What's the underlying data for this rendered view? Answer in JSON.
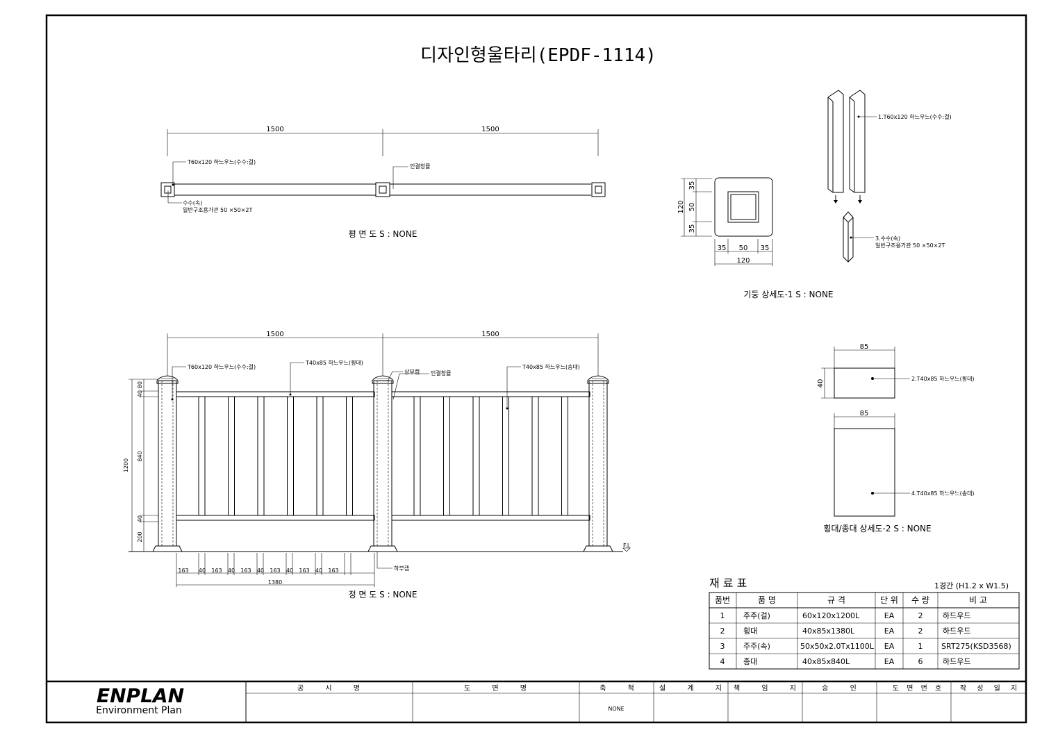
{
  "title": "디자인형울타리(EPDF-1114)",
  "plan": {
    "dim_left": "1500",
    "dim_right": "1500",
    "label_post_outer": "T60x120 하느우느(수수:걸)",
    "label_post_inner": "수수(속)",
    "label_post_inner_spec": "일반구조용가관 50 ×50×2T",
    "label_connector": "인결청뮬",
    "caption": "평 면 도 S : NONE"
  },
  "post_detail": {
    "height_dims": [
      "35",
      "50",
      "35"
    ],
    "height_total": "120",
    "width_dims": [
      "35",
      "50",
      "35"
    ],
    "width_total": "120",
    "label_outer": "1.T60x120 하느우느(수수:걸)",
    "label_inner": "3.수수(속)",
    "label_inner_spec": "일반구조용가관 50 ×50×2T",
    "caption": "기둥 상세도-1 S : NONE"
  },
  "front": {
    "dim_left": "1500",
    "dim_right": "1500",
    "label_post": "T60x120 하느우느(수수:걸)",
    "label_rail": "T40x85 하느우느(횡대)",
    "label_cap": "상부캡",
    "label_connector": "인결청뮬",
    "label_picket": "T40x85 하느우느(송대)",
    "label_bottom_cap": "하부캡",
    "label_fl": "F.L",
    "vert_total": "1200",
    "vert_dims": [
      "80",
      "40",
      "840",
      "40",
      "200"
    ],
    "bottom_dims": [
      "163",
      "40",
      "163",
      "40",
      "163",
      "40",
      "163",
      "40",
      "163",
      "40",
      "163"
    ],
    "bottom_total": "1380",
    "caption": "정 면 도 S : NONE"
  },
  "rail_detail": {
    "width_top": "85",
    "height_top": "40",
    "label_top": "2.T40x85 하느우느(횡대)",
    "width_bottom": "85",
    "label_bottom": "4.T40x85 하느우느(송대)",
    "caption": "횡대/종대 상세도-2 S : NONE"
  },
  "materials": {
    "title": "재 료 표",
    "note": "1경간 (H1.2 x W1.5)",
    "headers": [
      "품번",
      "품 명",
      "규 격",
      "단 위",
      "수 량",
      "비 고"
    ],
    "rows": [
      [
        "1",
        "주주(걸)",
        "60x120x1200L",
        "EA",
        "2",
        "하드우드"
      ],
      [
        "2",
        "횡대",
        "40x85x1380L",
        "EA",
        "2",
        "하드우드"
      ],
      [
        "3",
        "주주(속)",
        "50x50x2.0Tx1100L",
        "EA",
        "1",
        "SRT275(KSD3568)"
      ],
      [
        "4",
        "종대",
        "40x85x840L",
        "EA",
        "6",
        "하드우드"
      ]
    ]
  },
  "title_block": {
    "logo": "ENPLAN",
    "logo_sub": "Environment Plan",
    "headers": [
      "공 시 명",
      "도 면 명",
      "축 척",
      "설 계 지",
      "책 임 지",
      "승 인",
      "도 면 번 호",
      "작 성 일 지"
    ],
    "values": [
      "",
      "",
      "NONE",
      "",
      "",
      "",
      "",
      ""
    ]
  }
}
